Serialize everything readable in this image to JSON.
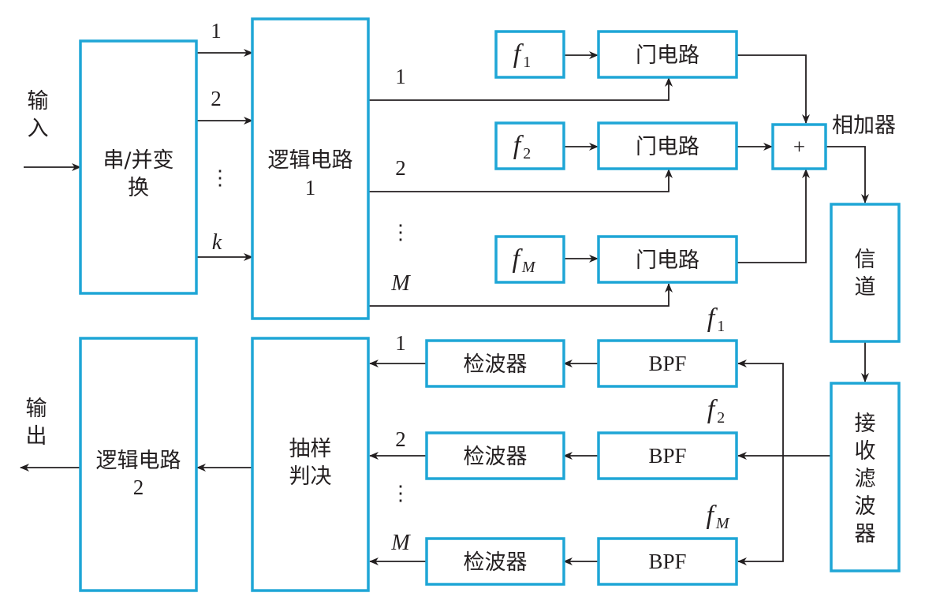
{
  "blocks": {
    "serial_parallel": [
      "串/并变",
      "换"
    ],
    "logic1": [
      "逻辑电路",
      "1"
    ],
    "osc": [
      {
        "f": "f",
        "sub": "1"
      },
      {
        "f": "f",
        "sub": "2"
      },
      {
        "f": "f",
        "sub": "M"
      }
    ],
    "gate": "门电路",
    "adder_symbol": "+",
    "channel": [
      "信",
      "道"
    ],
    "rx_filter": [
      "接",
      "收",
      "滤",
      "波",
      "器"
    ],
    "bpf": "BPF",
    "detector": "检波器",
    "sample_decide": [
      "抽样",
      "判决"
    ],
    "logic2": [
      "逻辑电路",
      "2"
    ]
  },
  "labels": {
    "input": [
      "输",
      "入"
    ],
    "output": [
      "输",
      "出"
    ],
    "adder": "相加器",
    "sp_lines": [
      "1",
      "2",
      "k"
    ],
    "logic1_lines": [
      "1",
      "2",
      "M"
    ],
    "detector_lines": [
      "1",
      "2",
      "M"
    ],
    "bpf_freqs": [
      {
        "f": "f",
        "sub": "1"
      },
      {
        "f": "f",
        "sub": "2"
      },
      {
        "f": "f",
        "sub": "M"
      }
    ],
    "vdots": "⋮"
  }
}
